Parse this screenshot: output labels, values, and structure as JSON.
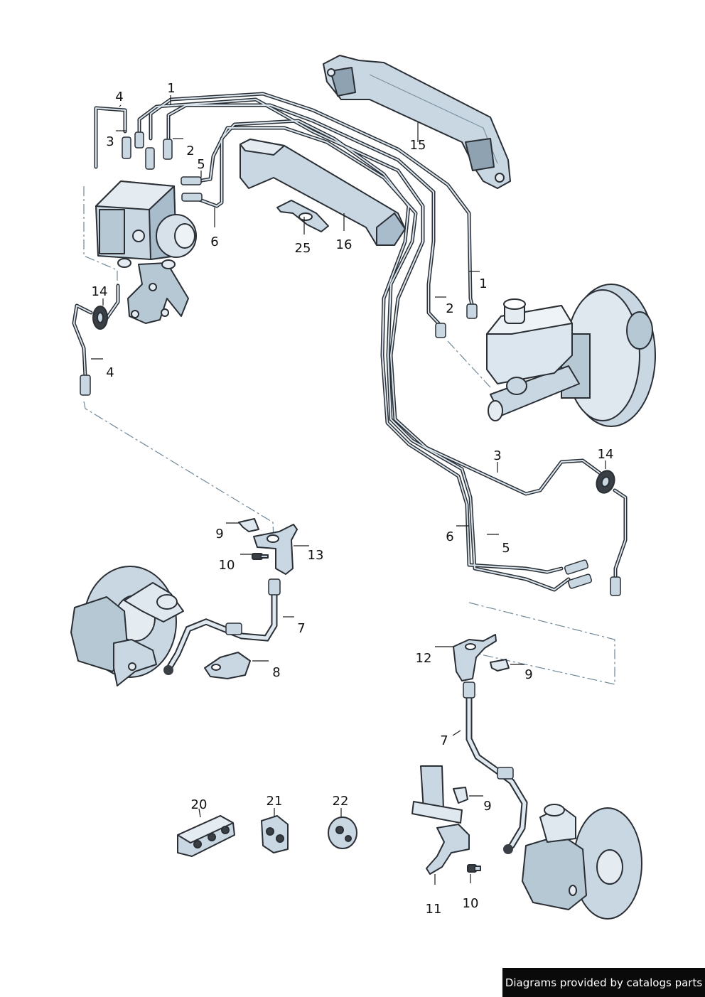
{
  "callouts": [
    "1",
    "2",
    "3",
    "4",
    "5",
    "6",
    "7",
    "8",
    "9",
    "10",
    "11",
    "12",
    "13",
    "14",
    "15",
    "16",
    "20",
    "21",
    "22",
    "25"
  ],
  "credit": "Diagrams provided by catalogs parts",
  "colors": {
    "part_fill": "#c9d7e2",
    "part_light": "#e4ecf2",
    "line_stroke": "#2a2f35",
    "leader": "#1a1a1a",
    "dash": "#6f8797"
  }
}
